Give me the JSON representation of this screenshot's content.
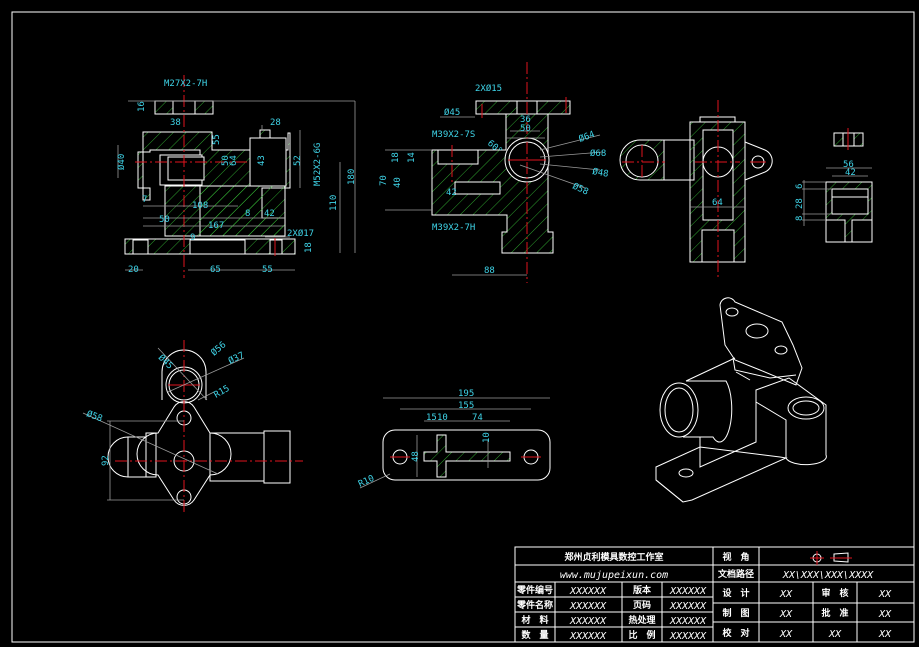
{
  "drawing": {
    "views": {
      "front_section": {
        "dims": [
          "M27X2-7H",
          "16",
          "38",
          "55",
          "Ø40",
          "50",
          "64",
          "43",
          "28",
          "52",
          "M52X2-6G",
          "180",
          "110",
          "7",
          "108",
          "8",
          "42",
          "50",
          "167",
          "2XØ17",
          "18",
          "9",
          "20",
          "65",
          "55"
        ]
      },
      "side_section": {
        "dims": [
          "2XØ15",
          "Ø45",
          "M39X2-7S",
          "60°",
          "36",
          "50",
          "Ø64",
          "Ø68",
          "Ø48",
          "Ø58",
          "18",
          "14",
          "70",
          "40",
          "42",
          "M39X2-7H",
          "88"
        ]
      },
      "right_section": {
        "dims": [
          "64"
        ]
      },
      "small_detail": {
        "dims": [
          "56",
          "42",
          "6",
          "28",
          "8"
        ]
      },
      "top_view": {
        "dims": [
          "Ø45",
          "Ø56",
          "Ø37",
          "R15",
          "Ø58",
          "92"
        ]
      },
      "base_view": {
        "dims": [
          "195",
          "155",
          "15",
          "10",
          "74",
          "10",
          "48",
          "R10"
        ]
      },
      "isometric": {
        "label": "isometric-3d-view"
      }
    },
    "title_block": {
      "studio": "郑州贞利模具数控工作室",
      "url": "www.mujupeixun.com",
      "rows_left": [
        {
          "label": "零件编号",
          "value": "XXXXXX",
          "label2": "版本",
          "value2": "XXXXXX"
        },
        {
          "label": "零件名称",
          "value": "XXXXXX",
          "label2": "页码",
          "value2": "XXXXXX"
        },
        {
          "label": "材　料",
          "value": "XXXXXX",
          "label2": "热处理",
          "value2": "XXXXXX"
        },
        {
          "label": "数　量",
          "value": "XXXXXX",
          "label2": "比　例",
          "value2": "XXXXXX"
        }
      ],
      "view_label": "视　角",
      "path_label": "文档路径",
      "path_value": "XX\\XXX\\XXX\\XXXX",
      "rows_right": [
        {
          "label": "设　计",
          "value": "XX",
          "label2": "审　核",
          "value2": "XX"
        },
        {
          "label": "制　图",
          "value": "XX",
          "label2": "批　准",
          "value2": "XX"
        },
        {
          "label": "校　对",
          "value": "XX",
          "label2": "XX",
          "value2": "XX"
        }
      ]
    }
  }
}
